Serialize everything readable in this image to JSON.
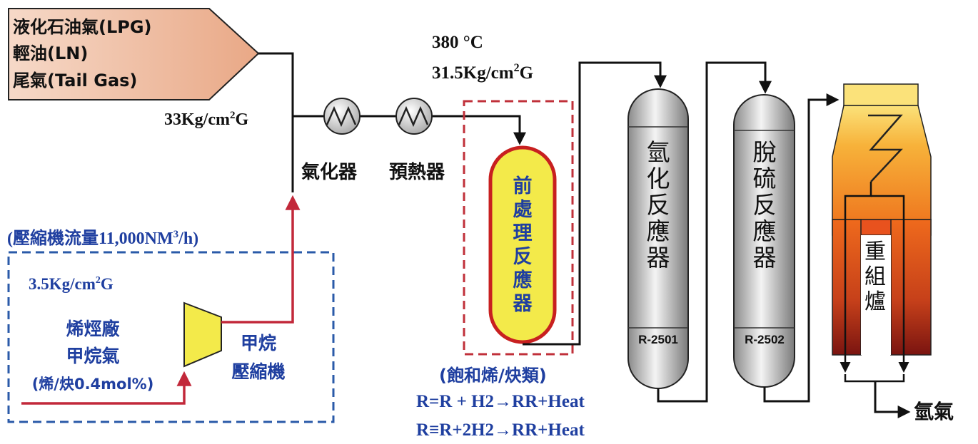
{
  "feed": {
    "lines": [
      "液化石油氣(LPG)",
      "輕油(LN)",
      "尾氣(Tail Gas)"
    ]
  },
  "pressure_main": {
    "text": "33Kg/cm",
    "sup": "2",
    "suffix": "G"
  },
  "conditions": {
    "temp": "380 °C",
    "pressure": {
      "text": "31.5Kg/cm",
      "sup": "2",
      "suffix": "G"
    }
  },
  "exchangers": {
    "vaporizer": "氣化器",
    "preheater": "預熱器"
  },
  "compressor_box": {
    "flow": {
      "text": "(壓縮機流量11,000NM",
      "sup": "3",
      "suffix": "/h)"
    },
    "pressure": {
      "text": "3.5Kg/cm",
      "sup": "2",
      "suffix": "G"
    },
    "source": [
      "烯烴廠",
      "甲烷氣",
      "(烯/炔0.4mol%)"
    ],
    "compressor_label": [
      "甲烷",
      "壓縮機"
    ]
  },
  "pretreatment": {
    "chars": [
      "前",
      "處",
      "理",
      "反",
      "應",
      "器"
    ]
  },
  "reactions": {
    "title": "(飽和烯/炔類)",
    "r1": "R=R + H2→RR+Heat",
    "r2": "R≡R+2H2→RR+Heat"
  },
  "reactor1": {
    "chars": [
      "氫",
      "化",
      "反",
      "應",
      "器"
    ],
    "tag": "R-2501"
  },
  "reactor2": {
    "chars": [
      "脫",
      "硫",
      "反",
      "應",
      "器"
    ],
    "tag": "R-2502"
  },
  "reformer": {
    "chars": [
      "重",
      "組",
      "爐"
    ]
  },
  "product": "氫氣",
  "colors": {
    "feed_fill": "#f3c9b3",
    "pretreat_fill": "#f3ea4a",
    "pretreat_border": "#c82020",
    "blue_text": "#1f3fa0",
    "red_line": "#c2283a",
    "dash_red": "#c0303a",
    "dash_blue": "#2a5aa8"
  }
}
